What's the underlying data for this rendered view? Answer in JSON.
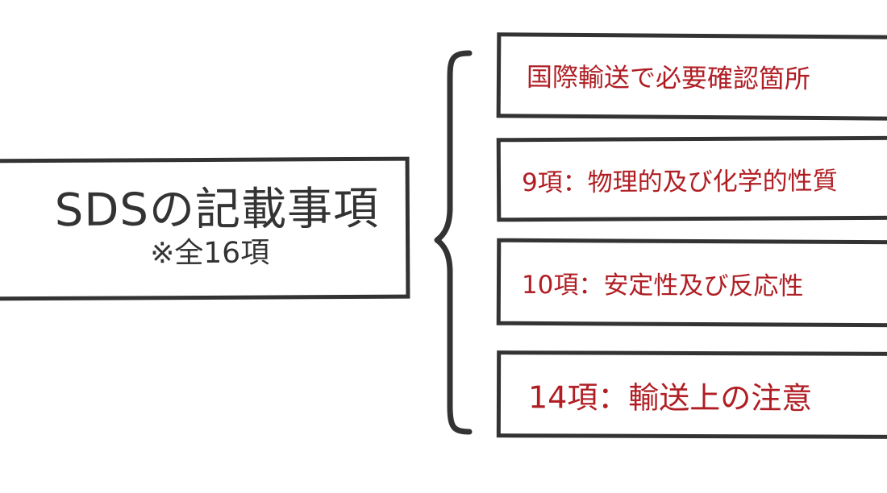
{
  "main": {
    "title": "SDSの記載事項",
    "subtitle": "※全16項"
  },
  "items": [
    {
      "label": "国際輸送で必要確認箇所"
    },
    {
      "label": "9項：物理的及び化学的性質"
    },
    {
      "label": "10項：安定性及び反応性"
    },
    {
      "label": "14項：輸送上の注意"
    }
  ],
  "colors": {
    "border": "#333333",
    "item_text": "#b01e24",
    "main_text": "#333333",
    "background": "#ffffff"
  }
}
